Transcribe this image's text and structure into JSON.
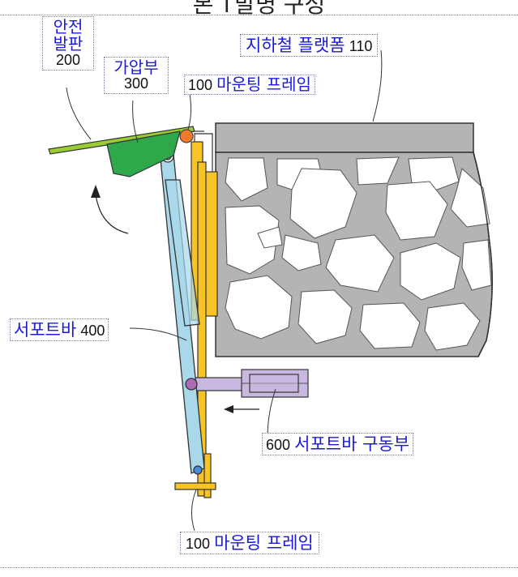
{
  "title": "본 Ꭲ발명 구성",
  "colors": {
    "foot_plate": "#9acd32",
    "press_part": "#2ea84a",
    "frame": "#f7c325",
    "support_bar": "#a8d8ea",
    "concrete": "#b4b4b4",
    "actuator": "#c8b8e0",
    "pivot": "#f07a2a",
    "label_text": "#1a1ad8"
  },
  "labels": {
    "foot_plate": {
      "text": "안전 발판",
      "line1": "안전",
      "line2": "발판",
      "num": "200"
    },
    "press_part": {
      "text": "가압부",
      "num": "300"
    },
    "frame_top": {
      "num": "100",
      "text": "마운팅 프레임"
    },
    "platform": {
      "text": "지하철 플랫폼",
      "num": "110"
    },
    "support_bar": {
      "text": "서포트바",
      "num": "400"
    },
    "actuator": {
      "num": "600",
      "text": "서포트바 구동부"
    },
    "frame_bottom": {
      "num": "100",
      "text": "마운팅 프레임"
    }
  }
}
